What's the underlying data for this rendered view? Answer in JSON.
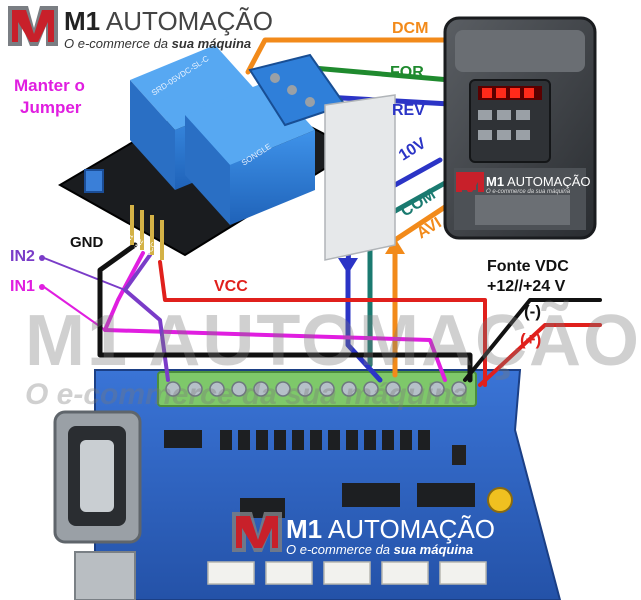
{
  "logo": {
    "brand_bold": "M1",
    "brand_rest": "AUTOMAÇÃO",
    "tagline_prefix": "O e-commerce da ",
    "tagline_emph": "sua máquina"
  },
  "watermark": {
    "big_text": "M1 AUTOMAÇÃO",
    "sub_text": "O e-commerce da sua máquina"
  },
  "labels": {
    "dcm": "DCM",
    "for": "FOR",
    "rev": "REV",
    "v10": "10V",
    "com": "COM",
    "avi": "AVI",
    "manter_line1": "Manter o",
    "manter_line2": "Jumper",
    "gnd": "GND",
    "in2": "IN2",
    "in1": "IN1",
    "vcc": "VCC",
    "fonte_line1": "Fonte VDC",
    "fonte_line2": "+12//+24 V",
    "minus": "(-)",
    "plus": "(+)"
  },
  "inverter": {
    "brand_bold": "M1",
    "brand_rest": "AUTOMAÇÃO",
    "tagline": "O e-commerce da sua máquina"
  },
  "board": {
    "brand_bold": "M1",
    "brand_rest": "AUTOMAÇÃO",
    "tagline_prefix": "O e-commerce da ",
    "tagline_emph": "sua máquina"
  },
  "relay": {
    "model_line1": "SRD-05VDC-SL-C",
    "model_line2": "SONGLE",
    "pin_gnd": "GND",
    "pin_in1": "IN1",
    "pin_in2": "IN2",
    "pin_vcc": "VCC"
  },
  "colors": {
    "dcm_wire": "#F28A1A",
    "for_wire": "#1F8A2E",
    "rev_wire": "#2B34C6",
    "v10_wire": "#2B34C6",
    "com_wire": "#1A7A70",
    "avi_wire": "#F28A1A",
    "in1_wire": "#E01EE0",
    "in2_wire": "#7A3CC8",
    "gnd_wire": "#111111",
    "vcc_wire": "#E0201C",
    "manter_text": "#E01EE0",
    "logo_red": "#C8202A",
    "board_blue": "#2C64C8",
    "relay_blue": "#2F7FD9"
  }
}
